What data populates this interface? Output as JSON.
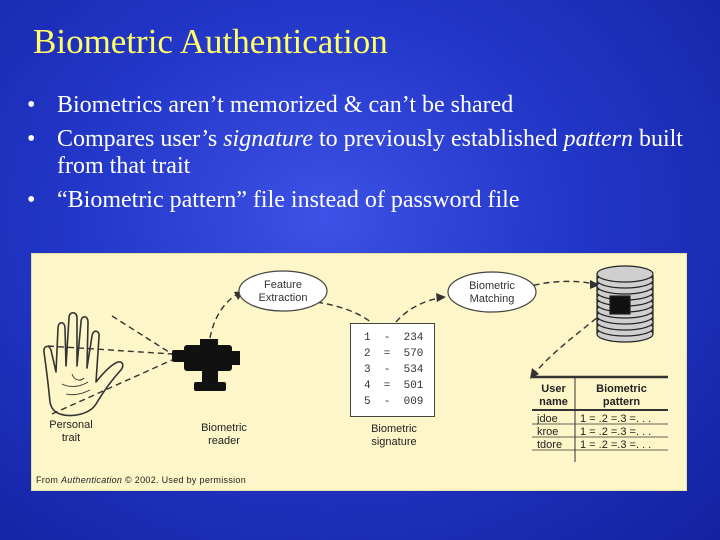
{
  "slide": {
    "title": "Biometric Authentication",
    "bullet_char": "•",
    "bullets": [
      {
        "parts": [
          {
            "text": "Biometrics aren’t memorized & can’t be shared",
            "italic": false
          }
        ]
      },
      {
        "parts": [
          {
            "text": "Compares user’s ",
            "italic": false
          },
          {
            "text": "signature",
            "italic": true
          },
          {
            "text": " to previously established ",
            "italic": false
          },
          {
            "text": "pattern",
            "italic": true
          },
          {
            "text": " built from that trait",
            "italic": false
          }
        ]
      },
      {
        "parts": [
          {
            "text": "“Biometric pattern” file instead of password file",
            "italic": false
          }
        ]
      }
    ]
  },
  "figure": {
    "ovals": {
      "feature_extraction": [
        "Feature",
        "Extraction"
      ],
      "biometric_matching": [
        "Biometric",
        "Matching"
      ]
    },
    "labels": {
      "personal_trait": [
        "Personal",
        "trait"
      ],
      "biometric_reader": [
        "Biometric",
        "reader"
      ],
      "biometric_signature": [
        "Biometric",
        "signature"
      ]
    },
    "signature_values": [
      "1  -  234",
      "2  =  570",
      "3  -  534",
      "4  =  501",
      "5  -  009"
    ],
    "table": {
      "headers": [
        [
          "User",
          "name"
        ],
        [
          "Biometric",
          "pattern"
        ]
      ],
      "rows": [
        [
          "jdoe",
          "1 = .2 =.3 =. . ."
        ],
        [
          "kroe",
          "1 = .2 =.3 =. . ."
        ],
        [
          "tdore",
          "1 = .2 =.3 =. . ."
        ]
      ]
    },
    "credit": {
      "prefix": "From ",
      "italic": "Authentication",
      "suffix": " © 2002. Used by permission"
    }
  }
}
